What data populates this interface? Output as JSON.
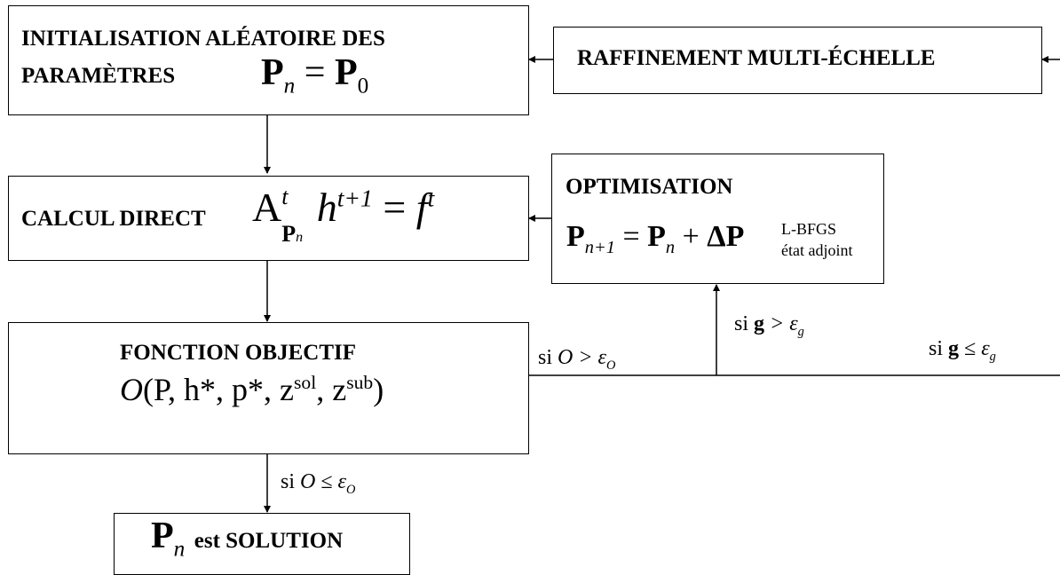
{
  "init": {
    "line1": "INITIALISATION ALÉATOIRE DES",
    "line2": "PARAMÈTRES",
    "P": "P",
    "n": "n",
    "eq": "=",
    "zero": "0"
  },
  "raffinement": {
    "label": "RAFFINEMENT MULTI-ÉCHELLE"
  },
  "calcul": {
    "label": "CALCUL DIRECT",
    "A": "A",
    "t": "t",
    "P": "P",
    "n": "n",
    "h": "h",
    "tplus1": "t+1",
    "eq": "=",
    "f": "f",
    "t2": "t"
  },
  "optimisation": {
    "title": "OPTIMISATION",
    "P": "P",
    "nplus1": "n+1",
    "eq": "=",
    "P2": "P",
    "n": "n",
    "plus": "+",
    "dP": "ΔP",
    "method1": "L-BFGS",
    "method2": "état adjoint"
  },
  "fonction": {
    "title": "FONCTION OBJECTIF",
    "O": "O",
    "args": "(P, h*, p*, z",
    "sol": "sol",
    "comma": ", z",
    "sub": "sub",
    "close": ")"
  },
  "solution": {
    "P": "P",
    "n": "n",
    "label": "est SOLUTION"
  },
  "conditions": {
    "si": "si",
    "O_gt": "O > ε",
    "O_sub": "O",
    "O_le": "O ≤ ε",
    "g_gt": "> ε",
    "g_le": "≤ ε",
    "g": "g",
    "g_sub": "g"
  }
}
